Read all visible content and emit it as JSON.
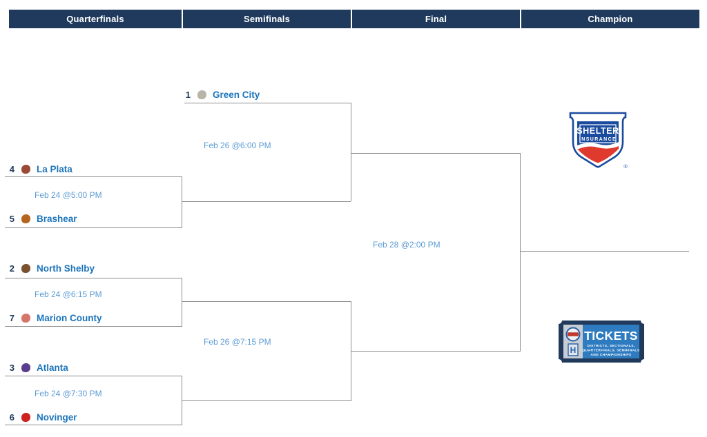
{
  "header": {
    "columns": [
      "Quarterfinals",
      "Semifinals",
      "Final",
      "Champion"
    ]
  },
  "bracket": {
    "quarterfinals": [
      {
        "datetime": "Feb 24 @5:00 PM",
        "top": {
          "seed": "4",
          "name": "La Plata",
          "logo_color": "#9c4a38"
        },
        "bottom": {
          "seed": "5",
          "name": "Brashear",
          "logo_color": "#b5651d"
        }
      },
      {
        "datetime": "Feb 24 @6:15 PM",
        "top": {
          "seed": "2",
          "name": "North Shelby",
          "logo_color": "#7a5230"
        },
        "bottom": {
          "seed": "7",
          "name": "Marion County",
          "logo_color": "#d4766a"
        }
      },
      {
        "datetime": "Feb 24 @7:30 PM",
        "top": {
          "seed": "3",
          "name": "Atlanta",
          "logo_color": "#5b3d8f"
        },
        "bottom": {
          "seed": "6",
          "name": "Novinger",
          "logo_color": "#cc2222"
        }
      }
    ],
    "semifinals": [
      {
        "datetime": "Feb 26 @6:00 PM",
        "top": {
          "seed": "1",
          "name": "Green City",
          "logo_color": "#b9b4a8"
        }
      },
      {
        "datetime": "Feb 26 @7:15 PM"
      }
    ],
    "final": {
      "datetime": "Feb 28 @2:00 PM"
    }
  },
  "sponsors": {
    "shelter": {
      "line1": "SHELTER",
      "line2": "INSURANCE",
      "registered": "®",
      "blue": "#1b4b9e",
      "red": "#e03a2f"
    },
    "tickets": {
      "title": "TICKETS",
      "subtitle_lines": [
        "DISTRICTS, SECTIONALS,",
        "QUARTERFINALS, SEMIFINALS",
        "AND CHAMPIONSHIPS"
      ],
      "left_emblem_letter": "H",
      "panel_blue": "#2e7bc0",
      "border_navy": "#21395b"
    }
  },
  "colors": {
    "header_bg": "#1f3a5c",
    "team_link": "#1c74bb",
    "seed_text": "#1f3a5c",
    "game_time": "#5b9bd5",
    "bracket_line": "#8c8c8c"
  }
}
